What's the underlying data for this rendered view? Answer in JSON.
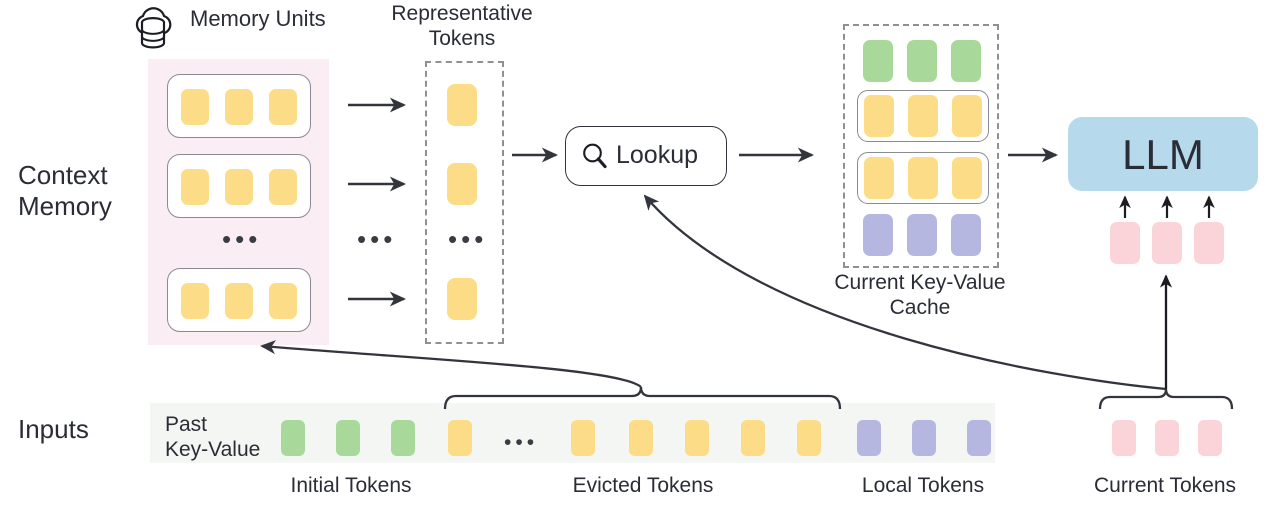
{
  "diagram": {
    "title": "Context Memory LLM KV-Cache Lookup Architecture",
    "section_labels": {
      "context_memory": "Context\nMemory",
      "inputs": "Inputs"
    },
    "memory_units": {
      "label": "Memory Units",
      "icon": "cloud-database-icon",
      "unit_count_shown": 3,
      "tokens_per_unit": 3,
      "ellipsis": "•••"
    },
    "representative_tokens": {
      "label": "Representative\nTokens",
      "token_count_shown": 3,
      "ellipsis": "•••",
      "arrows_ellipsis": "•••"
    },
    "lookup": {
      "label": "Lookup",
      "icon": "search-icon"
    },
    "kv_cache": {
      "label": "Current Key-Value\nCache",
      "rows": [
        {
          "kind": "initial",
          "framed": false,
          "color": "#a8d99a",
          "count": 3
        },
        {
          "kind": "retrieved",
          "framed": true,
          "color": "#fcdc86",
          "count": 3
        },
        {
          "kind": "retrieved",
          "framed": true,
          "color": "#fcdc86",
          "count": 3
        },
        {
          "kind": "local",
          "framed": false,
          "color": "#b6b7e0",
          "count": 3
        }
      ]
    },
    "llm": {
      "label": "LLM",
      "current_token_count": 3
    },
    "inputs_row": {
      "past_key_value_label": "Past\nKey-Value",
      "ellipsis": "•••",
      "tokens": [
        {
          "color": "#a8d99a",
          "group": "initial"
        },
        {
          "color": "#a8d99a",
          "group": "initial"
        },
        {
          "color": "#a8d99a",
          "group": "initial"
        },
        {
          "color": "#fcdc86",
          "group": "evicted"
        },
        {
          "color": "#fcdc86",
          "group": "evicted"
        },
        {
          "color": "#fcdc86",
          "group": "evicted"
        },
        {
          "color": "#fcdc86",
          "group": "evicted"
        },
        {
          "color": "#fcdc86",
          "group": "evicted"
        },
        {
          "color": "#fcdc86",
          "group": "evicted"
        },
        {
          "color": "#b6b7e0",
          "group": "local"
        },
        {
          "color": "#b6b7e0",
          "group": "local"
        },
        {
          "color": "#b6b7e0",
          "group": "local"
        }
      ],
      "current_tokens": [
        {
          "color": "#fad4d8"
        },
        {
          "color": "#fad4d8"
        },
        {
          "color": "#fad4d8"
        }
      ]
    },
    "captions": {
      "initial_tokens": "Initial Tokens",
      "evicted_tokens": "Evicted Tokens",
      "local_tokens": "Local Tokens",
      "current_tokens": "Current Tokens"
    },
    "colors": {
      "token_yellow": "#fcdc86",
      "token_green": "#a8d99a",
      "token_purple": "#b6b7e0",
      "token_pink": "#fad4d8",
      "llm_blue": "#b6d9ec",
      "context_panel_pink": "#faedf3",
      "input_strip_gray": "#f4f6f4",
      "stroke_dark": "#33353d",
      "stroke_dashed": "#8e9095"
    }
  }
}
